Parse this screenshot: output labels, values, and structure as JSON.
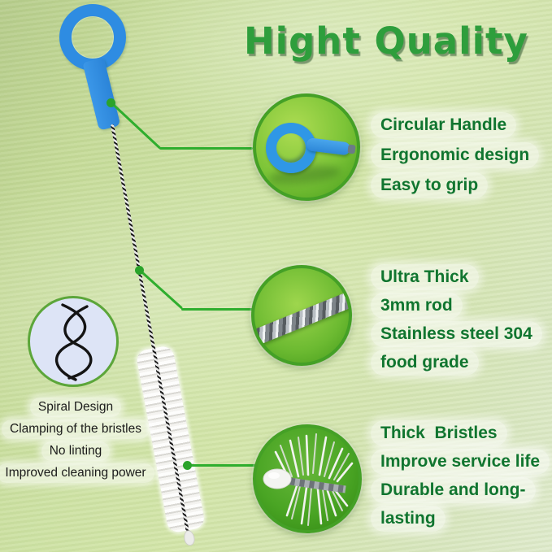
{
  "title": "Hight Quality",
  "colors": {
    "title_green": "#2e9e3c",
    "feature_text_green": "#10752f",
    "leader_line_green": "#2fae2e",
    "handle_blue": "#2e8ce2",
    "background_green": "#cfe3a6",
    "spiral_circle_fill": "#dde4f6"
  },
  "callouts": [
    {
      "name": "handle",
      "lines": [
        "Circular Handle",
        "Ergonomic design",
        "Easy to grip"
      ]
    },
    {
      "name": "rod",
      "lines": [
        "Ultra Thick",
        "3mm rod",
        "Stainless steel 304",
        "food grade"
      ]
    },
    {
      "name": "bristles",
      "lines": [
        "Thick  Bristles",
        "Improve service life",
        "Durable and long-",
        "lasting"
      ]
    }
  ],
  "spiral_feature": {
    "lines": [
      "Spiral Design",
      "Clamping of the bristles",
      "No linting",
      "Improved cleaning power"
    ]
  }
}
